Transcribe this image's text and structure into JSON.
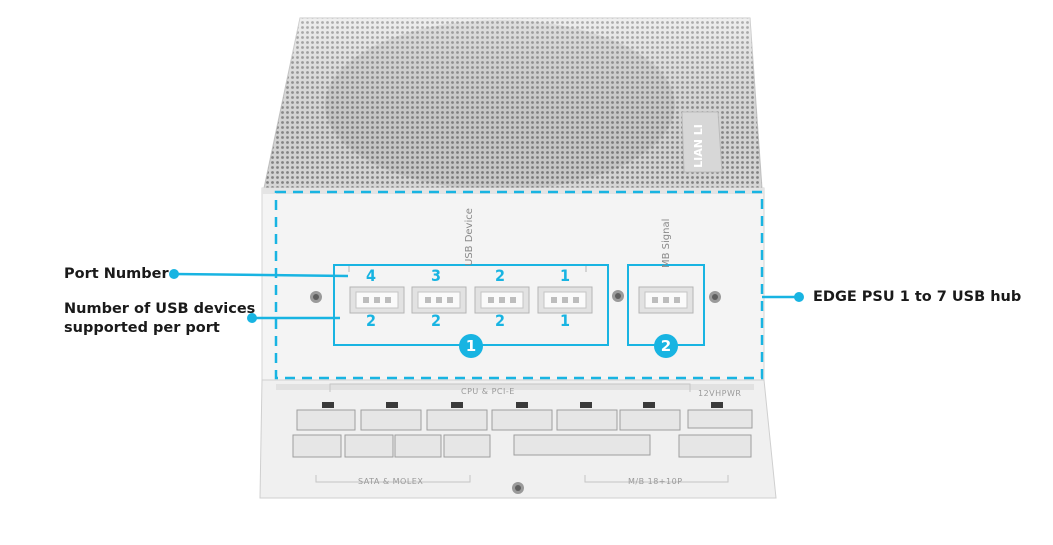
{
  "callouts": {
    "port_number": "Port Number",
    "usb_devices_line1": "Number of USB devices",
    "usb_devices_line2": "supported per port",
    "hub": "EDGE PSU 1 to 7 USB hub"
  },
  "panel_labels": {
    "usb_device": "USB Device",
    "mb_signal": "MB Signal",
    "cpu_pcie": "CPU & PCI-E",
    "power_12v": "12VHPWR",
    "sata_molex": "SATA & MOLEX",
    "mb": "M/B 18+10P",
    "brand": "LIAN LI"
  },
  "ports": [
    {
      "number": "4",
      "devices": "2"
    },
    {
      "number": "3",
      "devices": "2"
    },
    {
      "number": "2",
      "devices": "2"
    },
    {
      "number": "1",
      "devices": "1"
    }
  ],
  "groups": {
    "usb_group": "1",
    "signal_group": "2"
  },
  "colors": {
    "accent": "#18b4e2",
    "panel": "#f3f3f3",
    "text": "#1a1a1a"
  }
}
